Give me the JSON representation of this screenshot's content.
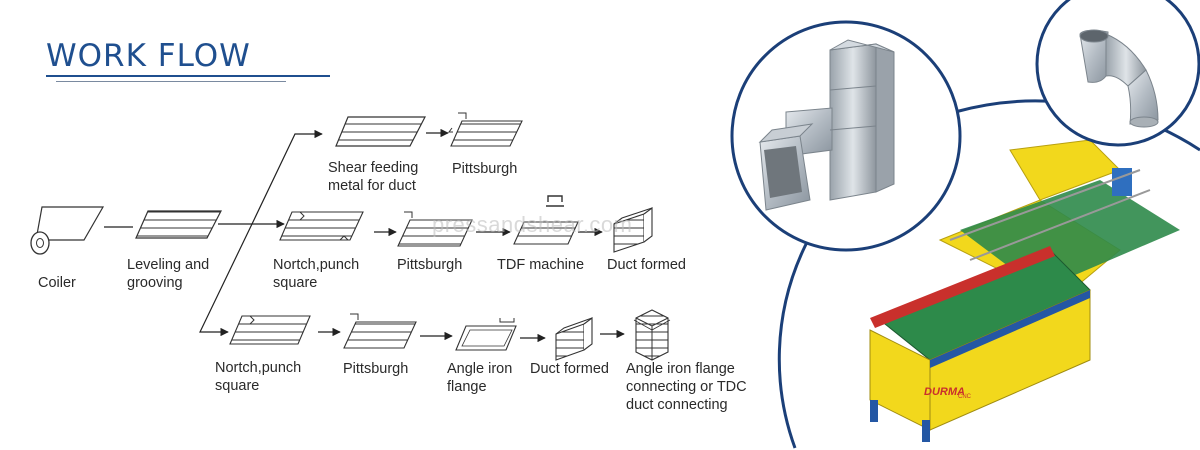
{
  "header": {
    "title": "WORK FLOW"
  },
  "watermark": "pressandshear.com",
  "steps": {
    "coiler": "Coiler",
    "leveling": [
      "Leveling and",
      "grooving"
    ],
    "shear": [
      "Shear feeding",
      "metal for duct"
    ],
    "pittsburgh_top": "Pittsburgh",
    "nortch_mid": [
      "Nortch,punch",
      "square"
    ],
    "pittsburgh_mid": "Pittsburgh",
    "tdf_machine": "TDF machine",
    "duct_formed_mid": "Duct formed",
    "nortch_bottom": [
      "Nortch,punch",
      "square"
    ],
    "pittsburgh_bottom": "Pittsburgh",
    "angle_iron_flange": [
      "Angle iron",
      "flange"
    ],
    "duct_formed_bottom": "Duct formed",
    "angle_iron_connecting": [
      "Angle iron flange",
      "connecting or TDC",
      "duct connecting"
    ]
  },
  "machine": {
    "brand": "DURMA",
    "brand_suffix": "CNC"
  },
  "colors": {
    "title": "#1f4f8f",
    "ring": "#1b3f78",
    "machine_body": "#f2d81c",
    "machine_belt": "#2d8a4a",
    "machine_frame": "#2457a4"
  }
}
